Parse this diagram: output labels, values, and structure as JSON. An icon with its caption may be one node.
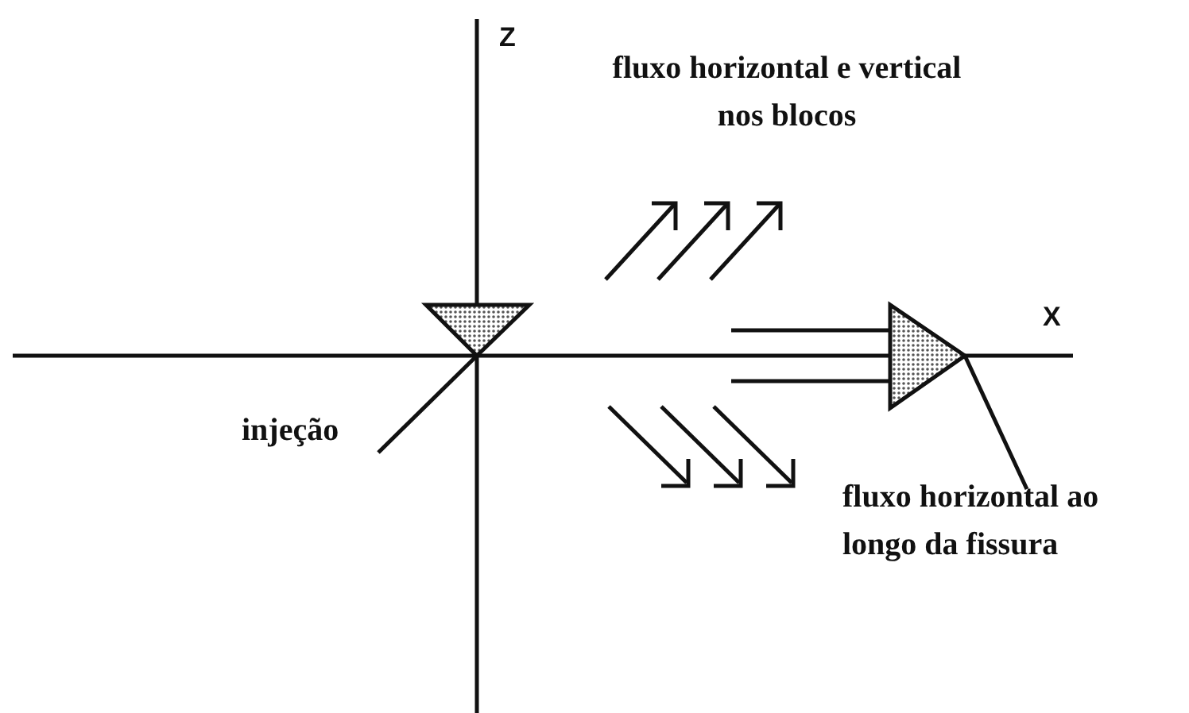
{
  "diagram": {
    "nodes": [
      {
        "text": [],
        "shape": "triangle"
      },
      {
        "text": [],
        "shape": "triangle"
      },
      {
        "text": [
          "injeção"
        ]
      },
      {
        "text": [
          "fluxo horizontal ao longo da fissura"
        ]
      }
    ],
    "edges": [
      {
        "from": 2,
        "to": 0,
        "arrow": "none"
      },
      {
        "from": 3,
        "to": 1,
        "arrow": "none"
      }
    ],
    "labels": [
      "Z",
      "fluxo horizontal e vertical nos blocos",
      "X"
    ]
  }
}
